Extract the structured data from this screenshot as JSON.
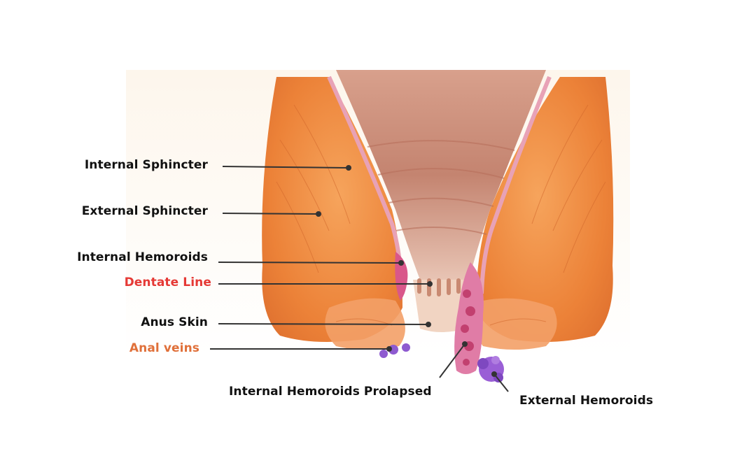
{
  "labels": {
    "internal_sphincter": "Internal Sphincter",
    "external_sphincter": "External Sphincter",
    "internal_hemoroids": "Internal Hemoroids",
    "dentate_line": "Dentate Line",
    "anus_skin": "Anus Skin",
    "anal_veins": "Anal veins",
    "internal_prolapsed": "Internal Hemoroids Prolapsed",
    "external_hemoroids": "External Hemoroids"
  },
  "colors": {
    "label_default": "#111111",
    "label_dentate": "#e53935",
    "label_anal_veins": "#e0703a",
    "muscle": "#f08a3e",
    "muscle_light": "#f6b27a",
    "canal": "#c98a72",
    "mucosa": "#e9b3a4",
    "hemorrhoid": "#d9578a",
    "vein": "#8e5ad0"
  }
}
